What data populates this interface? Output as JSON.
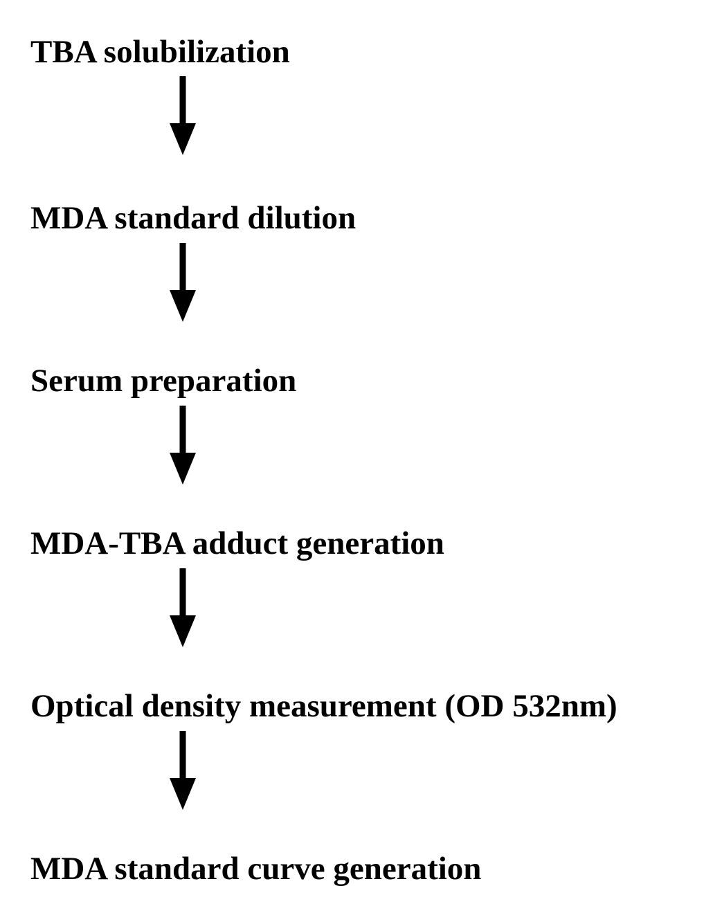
{
  "flowchart": {
    "steps": [
      "TBA solubilization",
      "MDA standard dilution",
      "Serum preparation",
      "MDA-TBA adduct generation",
      "Optical density measurement (OD 532nm)",
      "MDA standard curve generation"
    ],
    "colors": {
      "text": "#000000",
      "arrow": "#000000",
      "background": "#ffffff"
    },
    "arrow_icon": "down-arrow-icon"
  }
}
